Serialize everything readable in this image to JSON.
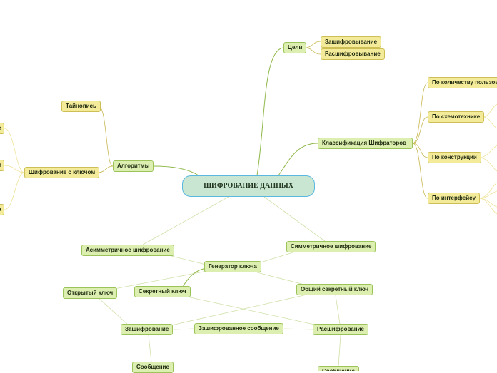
{
  "root": "ШИФРОВАНИЕ ДАННЫХ",
  "nodes": {
    "celi": "Цели",
    "zashifrovyvanie": "Зашифровывание",
    "rasshifrovyvanie": "Расшифровывание",
    "klassifikaciya": "Классификация  Шифраторов",
    "po_kolichestvu": "По количеству пользователей",
    "po_shemotehnike": "По схемотехнике",
    "po_konstrukcii": "По конструкции",
    "po_interfeysu": "По интерфейсу",
    "taynopis": "Тайнопись",
    "algoritmy": "Алгоритмы",
    "shifrovanie_s_klyuchom": "Шифрование с ключом",
    "left_stub_1": "е",
    "left_stub_2": "л",
    "left_stub_3": "е",
    "asimmetrichnoe": "Асимметричное шифрование",
    "simmetrichnoe": "Симметричное шифрование",
    "generator": "Генератор ключа",
    "otkrytyy": "Открытый ключ",
    "sekretnyy": "Секретный ключ",
    "obshchiy": "Общий секретный ключ",
    "zashifrovanie": "Зашифрование",
    "zashifrovannoe_soobshchenie": "Зашифрованное сообщение",
    "rasshifrovanie": "Расшифрование",
    "soobshchenie": "Сообщение",
    "bottom_right": "Сообщение"
  },
  "colors": {
    "green_fill": "#dcefb0",
    "yellow_fill": "#f3ea9a",
    "root_fill": "#c8e6d2",
    "root_border": "#5ab8e0",
    "line_green": "#8fb84a",
    "line_light": "#cfe0a8",
    "line_yellow": "#efe39a"
  }
}
